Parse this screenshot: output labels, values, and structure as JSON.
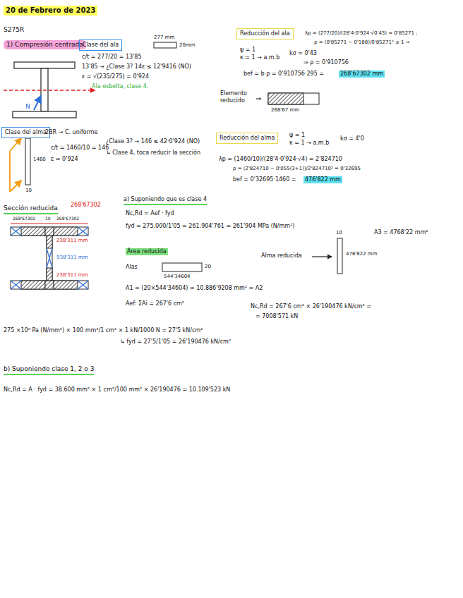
{
  "diagram": {
    "nodes": [
      {
        "text": [
          "20 de Febrero de 2023"
        ]
      },
      {
        "text": [
          "1) Compresión centrada"
        ]
      },
      {
        "text": [
          "Clase del ala"
        ]
      },
      {
        "text": [
          "Reducción del ala"
        ]
      },
      {
        "text": [
          "Clase del alma"
        ]
      },
      {
        "text": [
          "Reducción del alma"
        ]
      }
    ],
    "labels": [
      "S275R",
      "277 mm",
      "20mm",
      "c/t = 277/20 = 13'85",
      "13'85 → ¿Clase 3? 14ε ≤ 12'9416 (NO)",
      "ε = √(235/275) = 0'924",
      "Ala esbelta, clase 4.",
      "λp = (277/20)/(28'4·0'924·√0'43) = 0'85271 ;",
      "ρ = (0'85271 − 0'188)/0'85271² ≤ 1 ⇒",
      "ψ = 1",
      "κ = 1 → a.m.b",
      "kσ = 0'43",
      "⇒ ρ = 0'910756",
      "bef = b·ρ = 0'910756·295 =",
      "268'67302 mm",
      "Elemento reducido",
      "⇒",
      "268'67 mm",
      "2BR → C. uniforme",
      "c/t = 1460/10 = 146",
      "ε = 0'924",
      "¿Clase 3? → 146 ≤ 42·0'924 (NO)",
      "↳ Clase 4, toca reducir la sección",
      "1460",
      "10",
      "N",
      "ψ = 1",
      "κ = 1 → a.m.b",
      "kσ = 4'0",
      "λp = (1460/10)/(28'4·0'924·√4) = 2'824710",
      "ρ = (2'824710 − 0'055(3+1))/2'824710² = 0'32695",
      "bef = 0'32695·1460 =",
      "476'822 mm",
      "Sección reducida",
      "268'67302",
      "268'67302",
      "10",
      "268'67302",
      "238'311 mm",
      "938'311 mm",
      "238'311 mm",
      "a) Suponiendo que es clase 4",
      "Nc,Rd = Aef · fyd",
      "fyd = 275.000/1'05 = 261.904'761 = 261'904 MPa (N/mm²)",
      "Área reducida",
      "Alas",
      "20",
      "544'34604",
      "A1 = (20×544'34604) = 10.886'9208 mm² = A2",
      "Aef: ΣAi = 267'6 cm²",
      "Alma reducida",
      "10",
      "476'822 mm",
      "A3 = 4768'22 mm²",
      "Nc,Rd = 267'6 cm² × 26'190476 kN/cm² =",
      "= 7008'571 kN",
      "275 ×10⁶ Pa (N/mm²) × 100 mm²/1 cm² × 1 kN/1000 N = 27'5 kN/cm²",
      "↳ fyd = 27'5/1'05 = 26'190476 kN/cm²",
      "b) Suponiendo clase 1, 2 o 3",
      "Nc,Rd = A · fyd = 38.600 mm² × 1 cm²/100 mm² × 26'190476 = 10.109'523 kN"
    ]
  }
}
